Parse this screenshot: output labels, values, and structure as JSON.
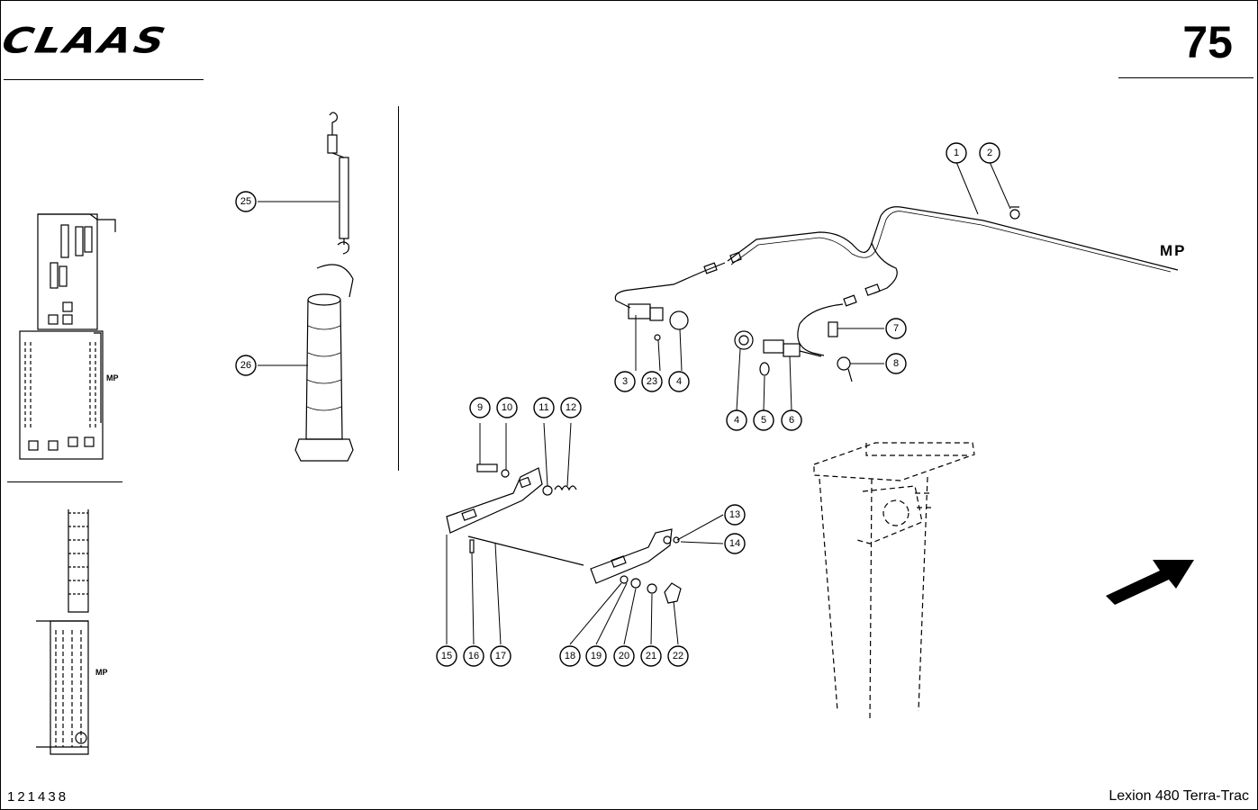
{
  "header": {
    "brand": "CLAAS",
    "page_number": "75"
  },
  "footer": {
    "document_number": "121438",
    "model": "Lexion 480 Terra-Trac"
  },
  "diagram": {
    "position_label": "MP",
    "side_label_top": "MP",
    "side_label_bottom": "MP",
    "callouts": [
      {
        "id": "c1",
        "label": "1"
      },
      {
        "id": "c2",
        "label": "2"
      },
      {
        "id": "c3",
        "label": "3"
      },
      {
        "id": "c23",
        "label": "23"
      },
      {
        "id": "c4a",
        "label": "4"
      },
      {
        "id": "c4b",
        "label": "4"
      },
      {
        "id": "c5",
        "label": "5"
      },
      {
        "id": "c6",
        "label": "6"
      },
      {
        "id": "c7",
        "label": "7"
      },
      {
        "id": "c8",
        "label": "8"
      },
      {
        "id": "c9",
        "label": "9"
      },
      {
        "id": "c10",
        "label": "10"
      },
      {
        "id": "c11",
        "label": "11"
      },
      {
        "id": "c12",
        "label": "12"
      },
      {
        "id": "c13",
        "label": "13"
      },
      {
        "id": "c14",
        "label": "14"
      },
      {
        "id": "c15",
        "label": "15"
      },
      {
        "id": "c16",
        "label": "16"
      },
      {
        "id": "c17",
        "label": "17"
      },
      {
        "id": "c18",
        "label": "18"
      },
      {
        "id": "c19",
        "label": "19"
      },
      {
        "id": "c20",
        "label": "20"
      },
      {
        "id": "c21",
        "label": "21"
      },
      {
        "id": "c22",
        "label": "22"
      },
      {
        "id": "c25",
        "label": "25"
      },
      {
        "id": "c26",
        "label": "26"
      }
    ]
  }
}
